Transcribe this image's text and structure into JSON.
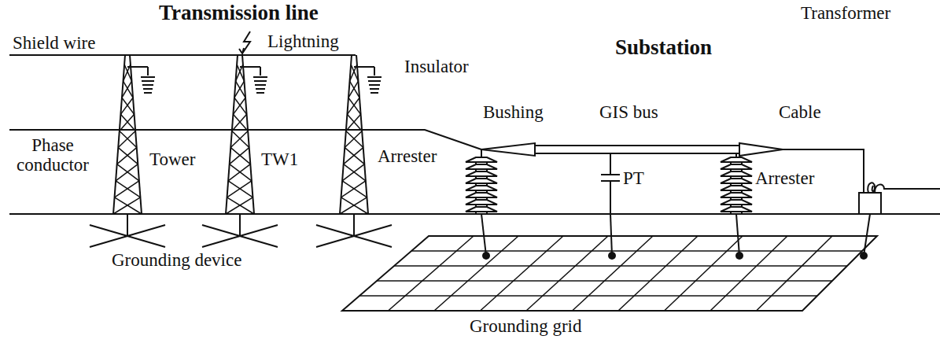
{
  "diagram": {
    "labels": [
      "Transmission line",
      "Shield wire",
      "Lightning",
      "Substation",
      "Insulator",
      "Transformer",
      "Bushing",
      "GIS bus",
      "Cable",
      "Phase conductor",
      "Tower",
      "TW1",
      "Arrester",
      "PT",
      "Arrester",
      "Grounding device",
      "Grounding grid"
    ]
  }
}
